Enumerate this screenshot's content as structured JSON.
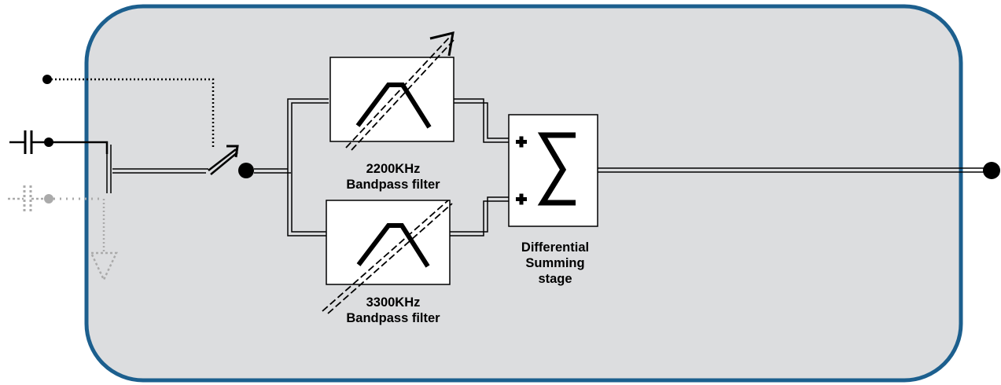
{
  "colors": {
    "panel_fill": "#dcdddf",
    "panel_border": "#1c5f8e",
    "ink": "#000000",
    "ghost": "#aaaaaa"
  },
  "filters": [
    {
      "name": "2200KHz",
      "label": "Bandpass filter"
    },
    {
      "name": "3300KHz",
      "label": "Bandpass filter"
    }
  ],
  "summing_stage": {
    "symbol": "∑",
    "inputs": [
      "+",
      "+"
    ],
    "label_lines": [
      "Differential",
      "Summing",
      "stage"
    ]
  },
  "icons": [
    "capacitor-icon",
    "ground-icon",
    "switch-icon",
    "bandpass-response-icon",
    "summation-icon",
    "terminal-dot-icon"
  ]
}
